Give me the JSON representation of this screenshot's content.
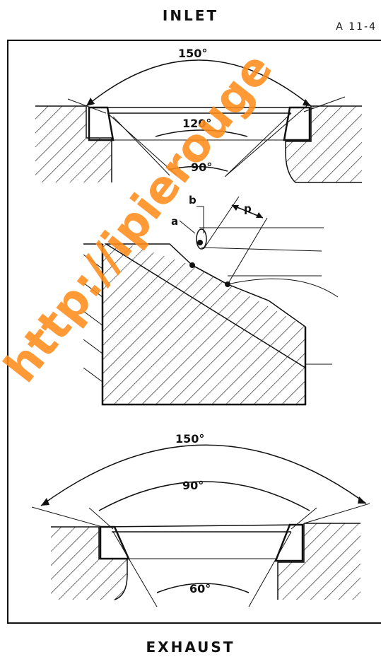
{
  "header": {
    "title": "INLET",
    "figure_ref": "A 11-4"
  },
  "footer": {
    "title": "EXHAUST"
  },
  "inlet": {
    "angle_outer": "150°",
    "angle_middle": "120°",
    "angle_inner": "90°"
  },
  "detail": {
    "label_a": "a",
    "label_b": "b",
    "label_p": "p"
  },
  "exhaust": {
    "angle_outer": "150°",
    "angle_middle": "90°",
    "angle_inner": "60°"
  },
  "watermark": {
    "text": "http://ipierouge"
  },
  "colors": {
    "ink": "#111111",
    "watermark": "#ff8c1a"
  }
}
